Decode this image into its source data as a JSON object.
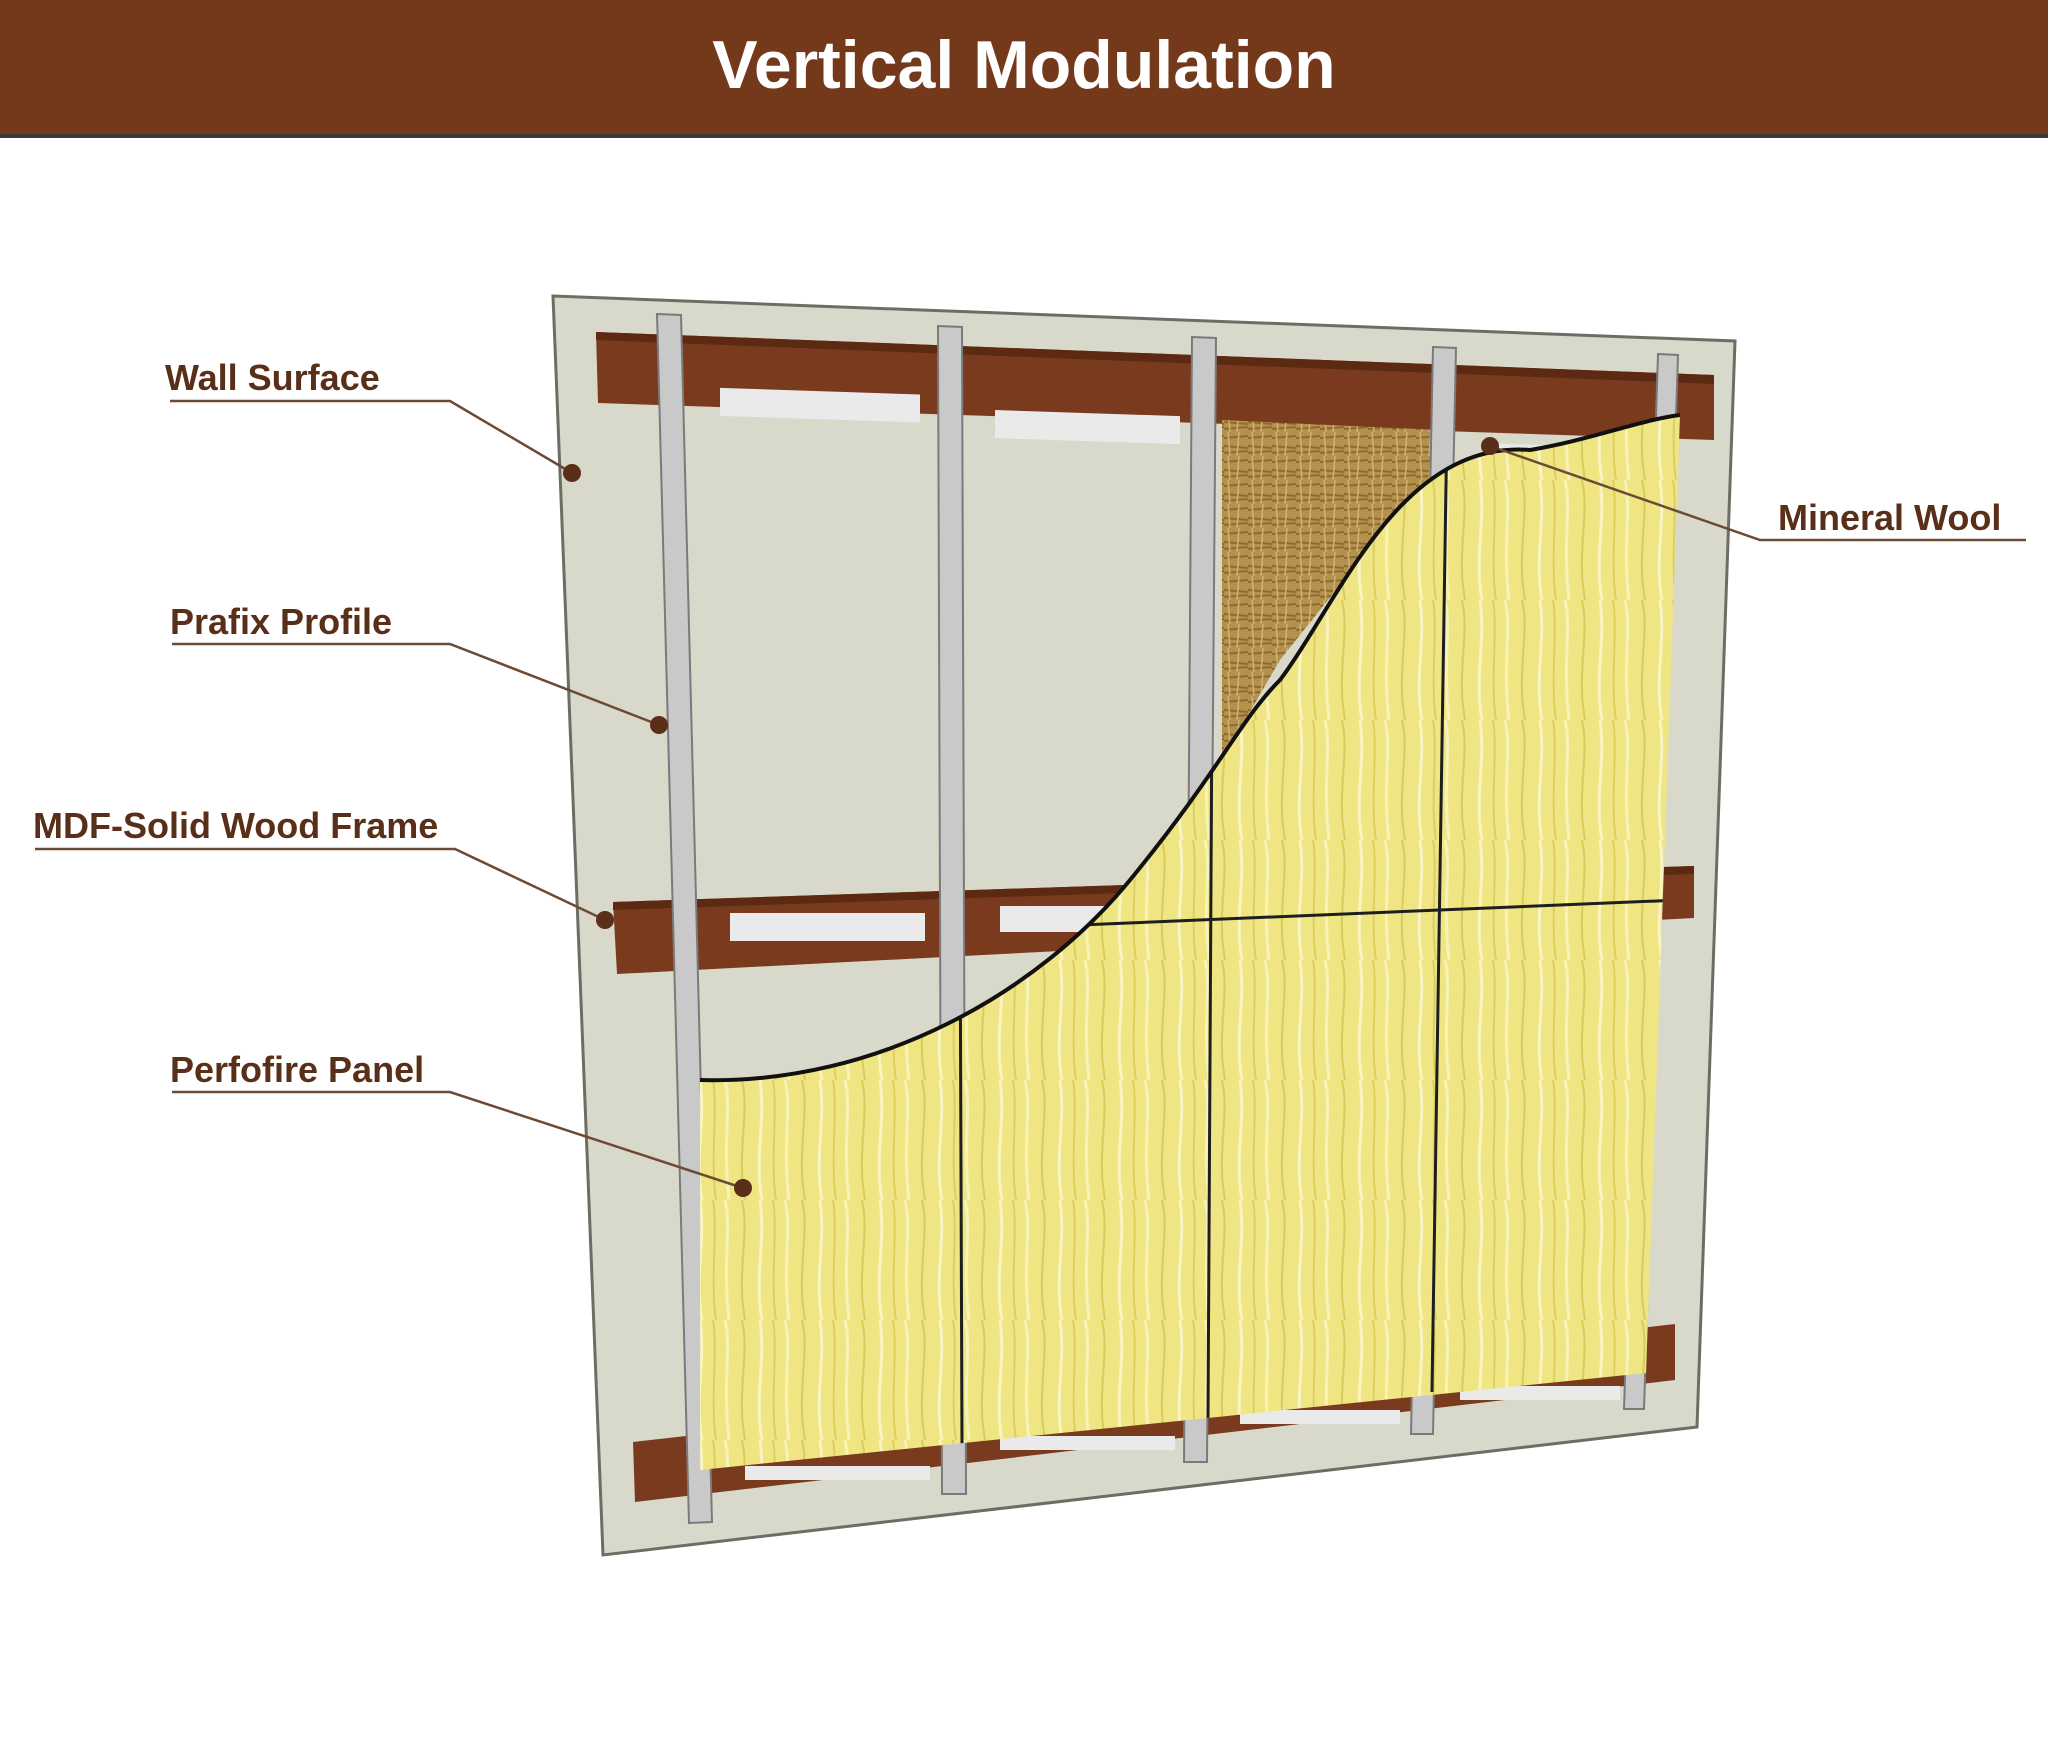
{
  "header": {
    "title": "Vertical Modulation"
  },
  "colors": {
    "header_bg": "#74381b",
    "wall_surface": "#d9d9cb",
    "wood_frame": "#7a3a1d",
    "profile_metal": "#c8c8c8",
    "mineral_wool": "#b08a45",
    "panel_yellow": "#eee47e",
    "callout": "#5a2f19"
  },
  "callouts": {
    "wall_surface": "Wall Surface",
    "prafix_profile": "Prafix Profile",
    "mdf_frame": "MDF-Solid Wood Frame",
    "perfofire_panel": "Perfofire Panel",
    "mineral_wool": "Mineral Wool"
  }
}
